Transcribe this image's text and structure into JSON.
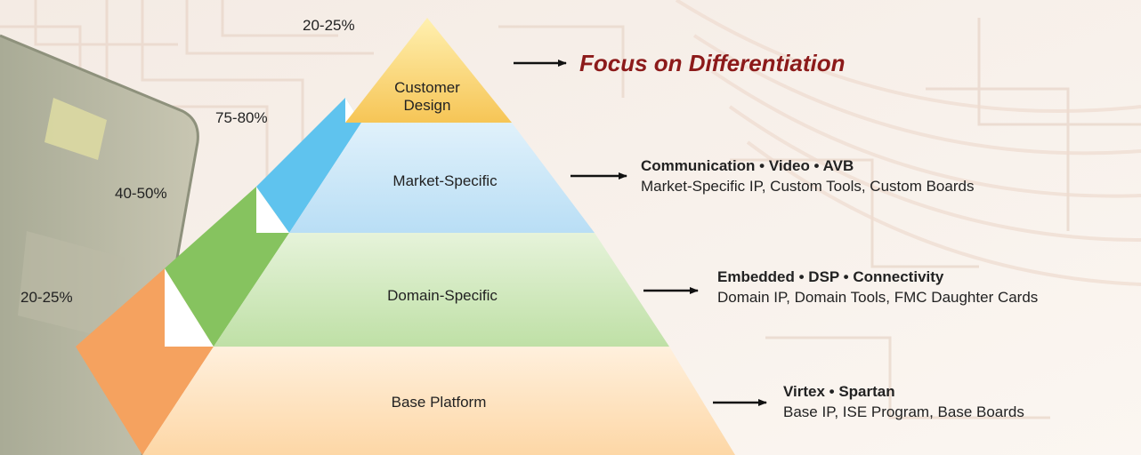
{
  "tiers": [
    {
      "id": "customer",
      "label_line1": "Customer",
      "label_line2": "Design",
      "color_front": "#f6c556",
      "color_top": "#fff0b0",
      "color_side": "#f3b23a"
    },
    {
      "id": "market",
      "label": "Market-Specific",
      "color_front": "#b9def5",
      "color_top": "#e0f1fb",
      "color_side": "#5fc3ee"
    },
    {
      "id": "domain",
      "label": "Domain-Specific",
      "color_front": "#bfe0a6",
      "color_top": "#e6f3da",
      "color_side": "#86c35f"
    },
    {
      "id": "base",
      "label": "Base Platform",
      "color_front": "#fdd7a6",
      "color_top": "#fff0dd",
      "color_side": "#f5a25f"
    }
  ],
  "percentages": {
    "customer": "20-25%",
    "market": "75-80%",
    "domain": "40-50%",
    "base": "20-25%"
  },
  "focus": {
    "text": "Focus on Differentiation",
    "color": "#8c1a1a"
  },
  "callouts": {
    "market": {
      "title": "Communication • Video • AVB",
      "detail": "Market-Specific IP, Custom Tools, Custom Boards"
    },
    "domain": {
      "title": "Embedded • DSP • Connectivity",
      "detail": "Domain IP, Domain Tools, FMC Daughter Cards"
    },
    "base": {
      "title": "Virtex • Spartan",
      "detail": "Base IP, ISE Program, Base Boards"
    }
  }
}
